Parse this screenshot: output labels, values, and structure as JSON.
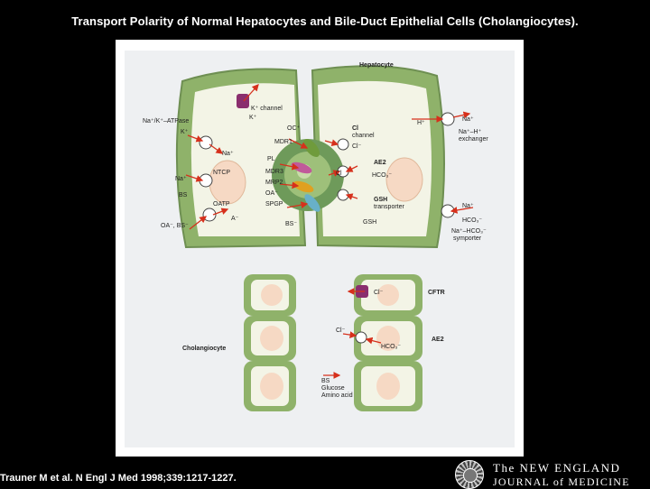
{
  "title": "Transport Polarity of Normal Hepatocytes and Bile-Duct Epithelial Cells (Cholangiocytes).",
  "citation": "Trauner M et al. N Engl J Med 1998;339:1217-1227.",
  "journal": {
    "line1": "The NEW ENGLAND",
    "line2": "JOURNAL of MEDICINE"
  },
  "labels": {
    "hepatocyte": "Hepatocyte",
    "cholangiocyte": "Cholangiocyte",
    "k_channel": "K⁺ channel",
    "k_plus_top": "K⁺",
    "na_k_atpase": "Na⁺/K⁺–ATPase",
    "k_plus_left": "K⁺",
    "na_plus_atpase": "Na⁺",
    "ntcp": "NTCP",
    "na_plus_ntcp": "Na⁺",
    "bs_ntcp": "BS",
    "oatp": "OATP",
    "a_minus": "A⁻",
    "oa_bs": "OA⁻, BS⁻",
    "oc_plus": "OC⁺",
    "mdr1": "MDR1",
    "pl": "PL",
    "mdr3": "MDR3",
    "mrp2": "MRP2",
    "oa_minus": "OA⁻",
    "spgp": "SPGP",
    "bs_minus": "BS⁻",
    "cl_channel_1": "Cl",
    "cl_channel_2": "channel",
    "cl_minus_channel": "Cl⁻",
    "ae2_hep": "AE2",
    "cl_ae2": "Cl",
    "hco3_ae2": "HCO₃⁻",
    "gsh_transporter_1": "GSH",
    "gsh_transporter_2": "transporter",
    "gsh": "GSH",
    "h_plus": "H⁺",
    "na_plus_exch": "Na⁺",
    "na_h_exchanger_1": "Na⁺–H⁺",
    "na_h_exchanger_2": "exchanger",
    "na_plus_symp": "Na⁺",
    "hco3_symp": "HCO₃⁻",
    "na_hco3_symporter_1": "Na⁺–HCO₃⁻",
    "na_hco3_symporter_2": "symporter",
    "cl_cftr": "Cl⁻",
    "cftr": "CFTR",
    "cl_ae2_chol": "Cl⁻",
    "hco3_chol": "HCO₃⁻",
    "ae2_chol": "AE2",
    "bs_chol": "BS",
    "glucose": "Glucose",
    "amino_acid": "Amino acid"
  },
  "colors": {
    "cell_fill": "#8fb26a",
    "cytoplasm": "#f3f4e6",
    "nucleus": "#f6d9c4",
    "canaliculus": "#6e9a5a",
    "arrow": "#d6301c",
    "background_panel": "#eef0f2",
    "mdr1": "#6f9b3c",
    "mdr3": "#c05a9a",
    "mrp2": "#e0a020",
    "spgp": "#68b0c8",
    "potassium_channel": "#8a2e6e"
  }
}
